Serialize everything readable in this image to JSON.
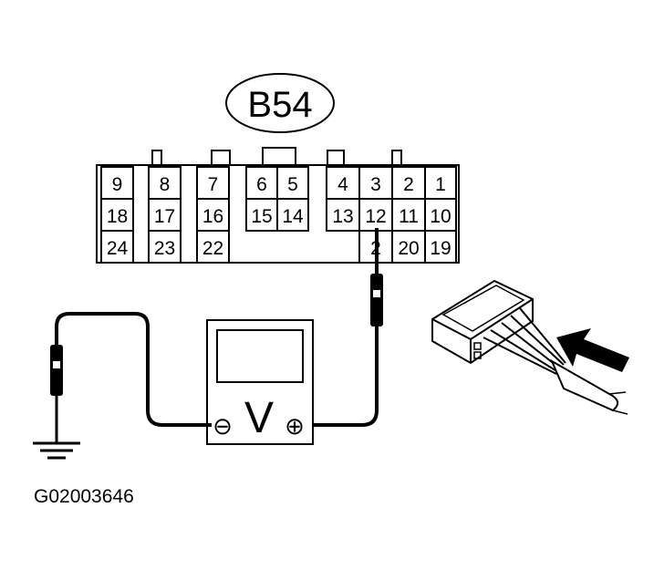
{
  "connector": {
    "label": "B54",
    "pin_rows": [
      [
        "9",
        "8",
        "7",
        "6",
        "5",
        "4",
        "3",
        "2",
        "1"
      ],
      [
        "18",
        "17",
        "16",
        "15",
        "14",
        "13",
        "12",
        "11",
        "10"
      ],
      [
        "24",
        "23",
        "22",
        "",
        "",
        "",
        "2",
        "20",
        "19"
      ]
    ]
  },
  "voltmeter": {
    "symbol": "V",
    "negative_symbol": "⊖",
    "positive_symbol": "⊕"
  },
  "figure_code": "G02003646",
  "icons": [
    "ground-symbol-icon",
    "probe-icon",
    "connector-plug-icon",
    "arrow-icon"
  ]
}
